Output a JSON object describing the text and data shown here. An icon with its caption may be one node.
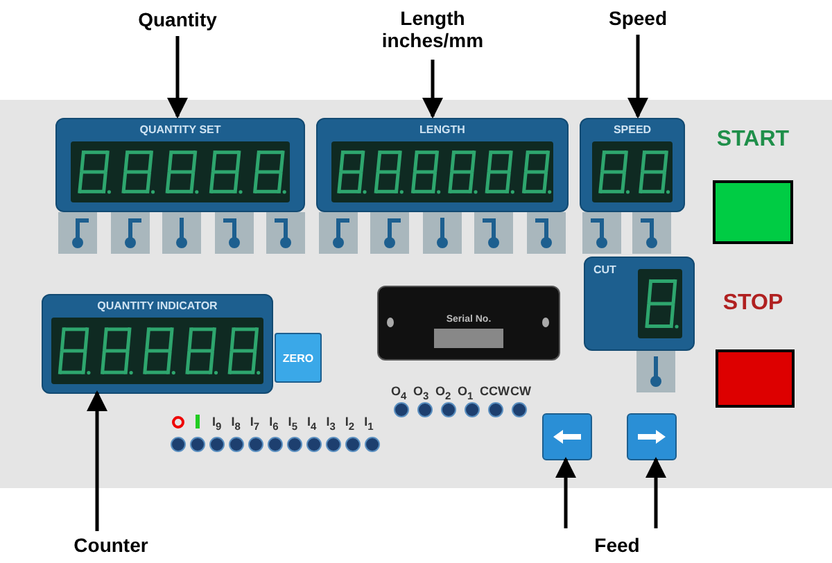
{
  "diagram": {
    "nodes": [
      {
        "text": [
          "Quantity"
        ]
      },
      {
        "text": [
          "Length inches/mm"
        ]
      },
      {
        "text": [
          "Speed"
        ]
      },
      {
        "text": [
          "QUANTITY SET"
        ]
      },
      {
        "text": [
          "LENGTH"
        ]
      },
      {
        "text": [
          "SPEED"
        ]
      },
      {
        "text": [
          "START"
        ]
      },
      {
        "text": [
          "CUT"
        ]
      },
      {
        "text": [
          "STOP"
        ]
      },
      {
        "text": [
          "QUANTITY INDICATOR"
        ]
      },
      {
        "text": [
          "ZERO"
        ]
      },
      {
        "text": [
          "Serial No."
        ]
      },
      {
        "text": [],
        "shape": "box"
      },
      {
        "text": [],
        "shape": "box"
      },
      {
        "text": [
          "Counter"
        ]
      },
      {
        "text": [
          "Feed"
        ]
      }
    ],
    "edges": [
      {
        "from": 0,
        "to": 3,
        "arrow": "to"
      },
      {
        "from": 1,
        "to": 4,
        "arrow": "to"
      },
      {
        "from": 2,
        "to": 5,
        "arrow": "to"
      },
      {
        "from": 14,
        "to": 9,
        "arrow": "to"
      },
      {
        "from": 15,
        "to": 12,
        "arrow": "to"
      },
      {
        "from": 15,
        "to": 13,
        "arrow": "to"
      }
    ],
    "labels": [
      "O$_{4}$",
      "O$_{3}$",
      "O$_{2}$",
      "O$_{1}$",
      "CCW",
      "CW",
      "I$_{9}$",
      "I$_{8}$",
      "I$_{7}$",
      "I$_{6}$",
      "I$_{5}$",
      "I$_{4}$",
      "I$_{3}$",
      "I$_{2}$",
      "I$_{1}$"
    ]
  }
}
